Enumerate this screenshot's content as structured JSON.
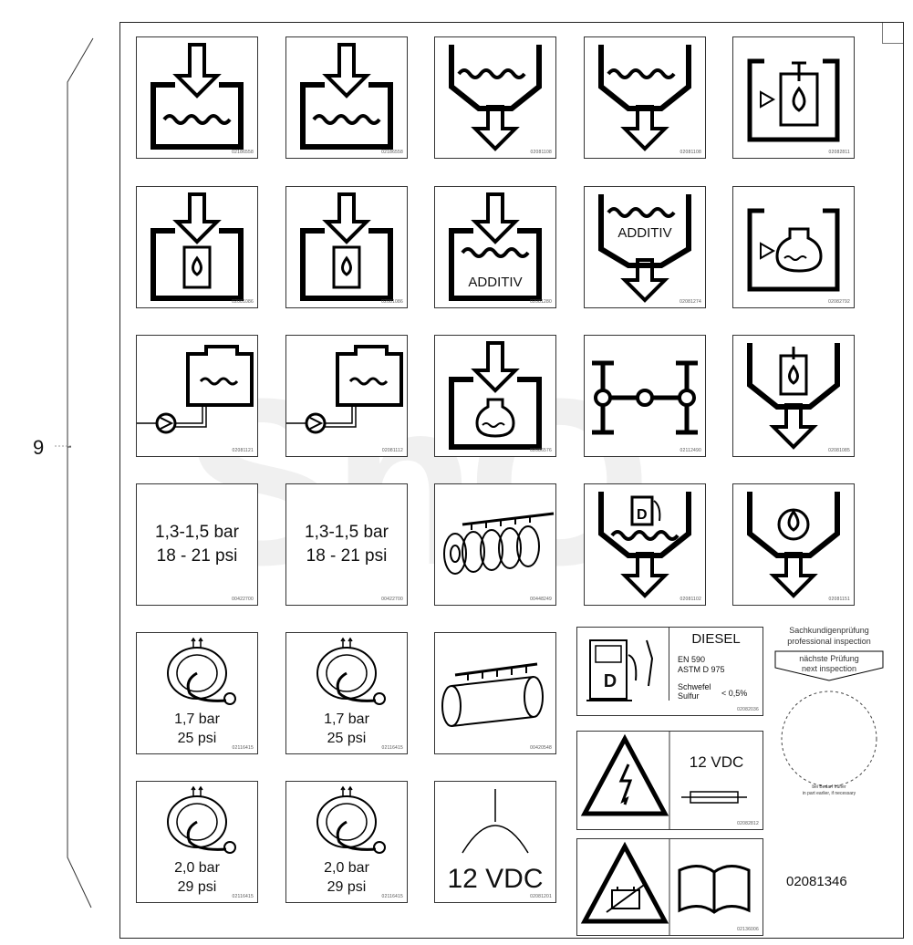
{
  "callout": {
    "number": "9"
  },
  "row1_codes": [
    "02186558",
    "02186558",
    "02081108",
    "02081108",
    "02082811"
  ],
  "row2_codes": [
    "02081086",
    "02081086",
    "02081280",
    "02081274",
    "02082792"
  ],
  "row3_codes": [
    "02081121",
    "02081112",
    "02086576",
    "02112490",
    "02081085"
  ],
  "row4_codes": [
    "00422700",
    "00422700",
    "00448249",
    "02081102",
    "02081151"
  ],
  "row5_codes": [
    "02116415",
    "02116415",
    "00420548"
  ],
  "row6_codes": [
    "02116415",
    "02116415",
    "02081201"
  ],
  "additiv": "ADDITIV",
  "pressure_a": {
    "bar": "1,3-1,5 bar",
    "psi": "18 - 21 psi"
  },
  "pressure_b": {
    "bar": "1,7 bar",
    "psi": "25 psi"
  },
  "pressure_c": {
    "bar": "2,0 bar",
    "psi": "29 psi"
  },
  "vdc": "12 VDC",
  "diesel": {
    "title": "DIESEL",
    "std1": "EN 590",
    "std2": "ASTM D 975",
    "letter": "D",
    "sulfur_de": "Schwefel",
    "sulfur_en": "Sulfur",
    "sulfur_value": "< 0,5%",
    "code": "02082036"
  },
  "inspection": {
    "title_de": "Sachkundigenprüfung",
    "title_en": "professional inspection",
    "next_de": "nächste Prüfung",
    "next_en": "next inspection",
    "footer_de": "bei Bedarf früher",
    "footer_en": "in part earlier, if necessary"
  },
  "vdc_panel_code": "02082812",
  "battery_panel_code": "02136006",
  "part_number": "02081346"
}
